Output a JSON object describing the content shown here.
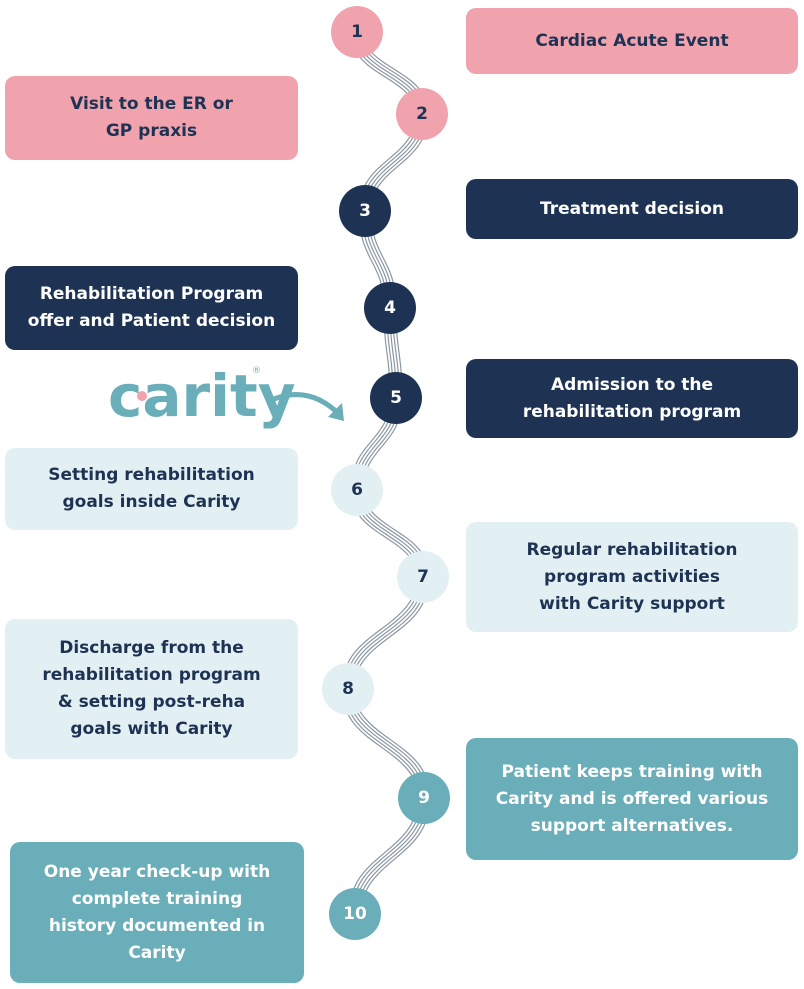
{
  "colors": {
    "pink": "#f0a3ad",
    "navy": "#1e3354",
    "light": "#e3f0f3",
    "teal": "#6aaeb9"
  },
  "logo": {
    "text": "carity",
    "reg": "®"
  },
  "steps": [
    {
      "number": "1",
      "label": "Cardiac Acute Event"
    },
    {
      "number": "2",
      "label": "Visit to the ER or\nGP praxis"
    },
    {
      "number": "3",
      "label": "Treatment decision"
    },
    {
      "number": "4",
      "label": "Rehabilitation Program\noffer and Patient decision"
    },
    {
      "number": "5",
      "label": "Admission to the\nrehabilitation program"
    },
    {
      "number": "6",
      "label": "Setting rehabilitation\ngoals inside Carity"
    },
    {
      "number": "7",
      "label": "Regular rehabilitation\nprogram activities\nwith Carity support"
    },
    {
      "number": "8",
      "label": "Discharge from the\nrehabilitation program\n& setting post-reha\ngoals with Carity"
    },
    {
      "number": "9",
      "label": "Patient keeps training with\nCarity and is offered various\nsupport alternatives."
    },
    {
      "number": "10",
      "label": "One year check-up with\ncomplete training\nhistory documented in\nCarity"
    }
  ]
}
